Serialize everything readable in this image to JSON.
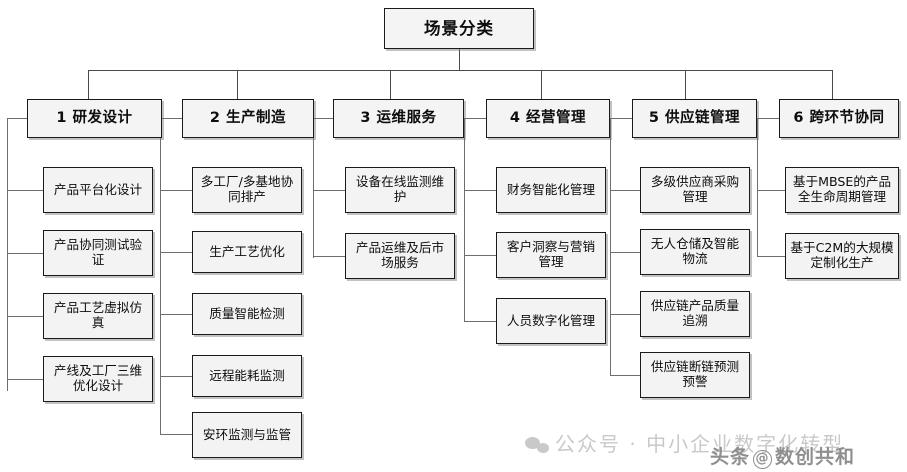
{
  "diagram": {
    "root": {
      "label": "场景分类"
    },
    "categories": [
      {
        "id": "rd-design",
        "label": "1 研发设计",
        "children": [
          {
            "label": "产品平台化设计"
          },
          {
            "label": "产品协同测试验证"
          },
          {
            "label": "产品工艺虚拟仿真"
          },
          {
            "label": "产线及工厂三维优化设计"
          }
        ]
      },
      {
        "id": "production",
        "label": "2 生产制造",
        "children": [
          {
            "label": "多工厂/多基地协同排产"
          },
          {
            "label": "生产工艺优化"
          },
          {
            "label": "质量智能检测"
          },
          {
            "label": "远程能耗监测"
          },
          {
            "label": "安环监测与监管"
          }
        ]
      },
      {
        "id": "operation-maintenance",
        "label": "3 运维服务",
        "children": [
          {
            "label": "设备在线监测维护"
          },
          {
            "label": "产品运维及后市场服务"
          }
        ]
      },
      {
        "id": "business-management",
        "label": "4 经营管理",
        "children": [
          {
            "label": "财务智能化管理"
          },
          {
            "label": "客户洞察与营销管理"
          },
          {
            "label": "人员数字化管理"
          }
        ]
      },
      {
        "id": "supply-chain",
        "label": "5 供应链管理",
        "children": [
          {
            "label": "多级供应商采购管理"
          },
          {
            "label": "无人仓储及智能物流"
          },
          {
            "label": "供应链产品质量追溯"
          },
          {
            "label": "供应链断链预测预警"
          }
        ]
      },
      {
        "id": "cross-link",
        "label": "6 跨环节协同",
        "children": [
          {
            "label": "基于MBSE的产品全生命周期管理"
          },
          {
            "label": "基于C2M的大规模定制化生产"
          }
        ]
      }
    ]
  },
  "watermarks": {
    "wechat": "公众号 · 中小企业数字化转型",
    "toutiao_prefix": "头条",
    "toutiao_at": "@",
    "toutiao_name": "数创共和"
  },
  "colors": {
    "background": "#ffffff",
    "box_fill": "#f2f2f2",
    "box_border": "#1a1a1a",
    "connector": "#6e6e6e",
    "text": "#0d0d0d",
    "watermark": "#c9c9c9"
  }
}
